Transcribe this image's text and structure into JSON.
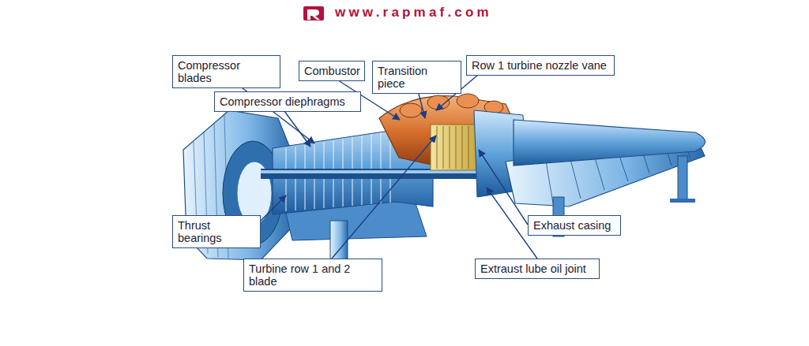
{
  "diagram": {
    "nodes": [
      {
        "text": [
          "Compressor blades"
        ]
      },
      {
        "text": [
          "Combustor"
        ]
      },
      {
        "text": [
          "Transition piece"
        ]
      },
      {
        "text": [
          "Row 1 turbine nozzle vane"
        ]
      },
      {
        "text": [
          "Compressor diephragms"
        ]
      },
      {
        "text": [
          "Thrust bearings"
        ]
      },
      {
        "text": [
          "Exhaust casing"
        ]
      },
      {
        "text": [
          "Turbine row 1 and 2 blade"
        ]
      },
      {
        "text": [
          "Extraust lube oil joint"
        ]
      }
    ],
    "labels": [
      "www.rapmaf.com"
    ]
  }
}
